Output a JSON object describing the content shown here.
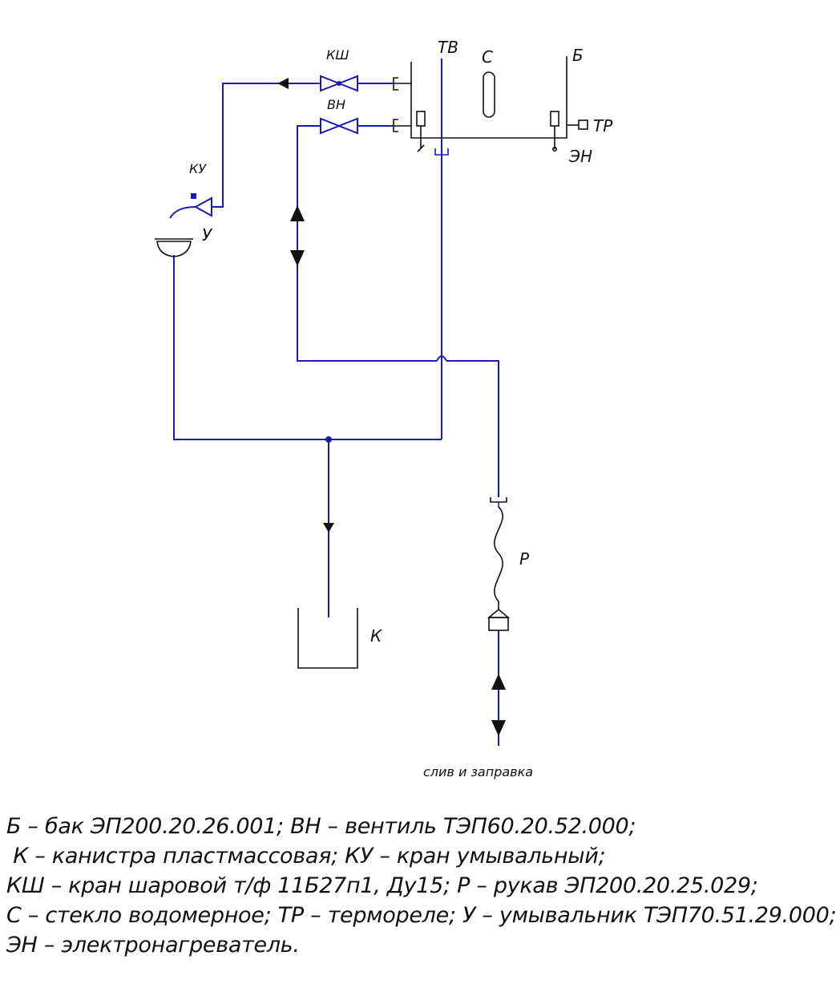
{
  "labels": {
    "ksh": "КШ",
    "tv": "ТВ",
    "s": "С",
    "b": "Б",
    "vn": "ВН",
    "tr": "ТР",
    "en": "ЭН",
    "ku": "КУ",
    "u": "У",
    "p": "Р",
    "k": "К",
    "drain": "слив и заправка"
  },
  "legend": [
    "Б – бак ЭП200.20.26.001;    ВН – вентиль ТЭП60.20.52.000;",
    " К – канистра пластмассовая; КУ – кран умывальный;",
    "КШ – кран шаровой т/ф 11Б27п1, Ду15; Р – рукав ЭП200.20.25.029;",
    "С – стекло водомерное; ТР – термореле; У – умывальник ТЭП70.51.29.000;",
    "ЭН – электронагреватель."
  ],
  "colors": {
    "pipe": "#1a1ab8",
    "text": "#111111"
  }
}
